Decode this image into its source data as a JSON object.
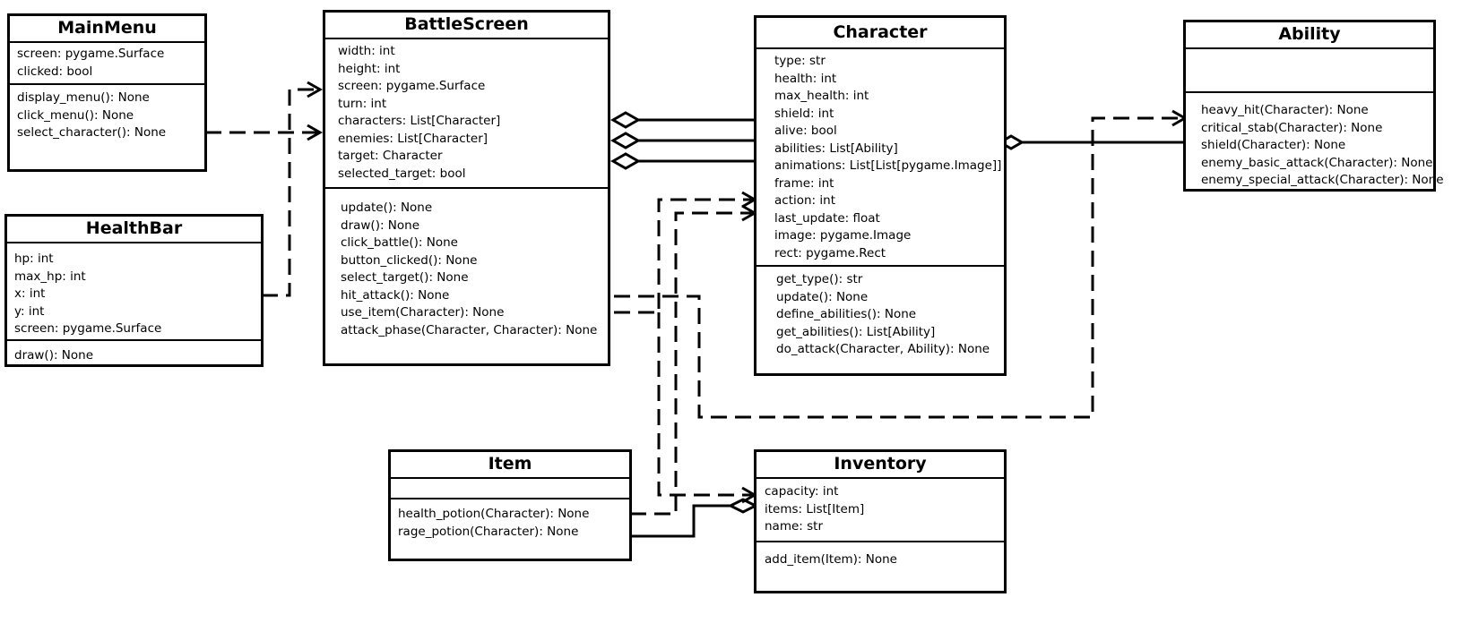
{
  "classes": {
    "mainmenu": {
      "name": "MainMenu",
      "attributes": [
        "screen: pygame.Surface",
        "clicked: bool"
      ],
      "methods": [
        "display_menu(): None",
        "click_menu(): None",
        "select_character(): None"
      ]
    },
    "healthbar": {
      "name": "HealthBar",
      "attributes": [
        "hp: int",
        "max_hp: int",
        "x: int",
        "y: int",
        "screen: pygame.Surface"
      ],
      "methods": [
        "draw(): None"
      ]
    },
    "battlescreen": {
      "name": "BattleScreen",
      "attributes": [
        "width: int",
        "height: int",
        "screen: pygame.Surface",
        "turn: int",
        "characters: List[Character]",
        "enemies: List[Character]",
        "target: Character",
        "selected_target: bool"
      ],
      "methods": [
        "update(): None",
        "draw(): None",
        "click_battle(): None",
        "button_clicked(): None",
        "select_target(): None",
        "hit_attack(): None",
        "use_item(Character): None",
        "attack_phase(Character, Character): None"
      ]
    },
    "character": {
      "name": "Character",
      "attributes": [
        "type: str",
        "health: int",
        "max_health: int",
        "shield: int",
        "alive: bool",
        "abilities: List[Ability]",
        "animations: List[List[pygame.Image]]",
        "frame: int",
        "action: int",
        "last_update: float",
        "image: pygame.Image",
        "rect: pygame.Rect"
      ],
      "methods": [
        "get_type(): str",
        "update(): None",
        "define_abilities(): None",
        "get_abilities(): List[Ability]",
        "do_attack(Character, Ability): None"
      ]
    },
    "ability": {
      "name": "Ability",
      "attributes": [],
      "methods": [
        "heavy_hit(Character): None",
        "critical_stab(Character): None",
        "shield(Character): None",
        "enemy_basic_attack(Character): None",
        "enemy_special_attack(Character): None"
      ]
    },
    "item": {
      "name": "Item",
      "attributes": [],
      "methods": [
        "health_potion(Character): None",
        "rage_potion(Character): None"
      ]
    },
    "inventory": {
      "name": "Inventory",
      "attributes": [
        "capacity: int",
        "items: List[Item]",
        "name: str"
      ],
      "methods": [
        "add_item(Item): None"
      ]
    }
  },
  "relationships": [
    {
      "kind": "dependency",
      "from": "MainMenu",
      "to": "BattleScreen"
    },
    {
      "kind": "dependency",
      "from": "HealthBar",
      "to": "BattleScreen"
    },
    {
      "kind": "aggregation",
      "whole": "BattleScreen",
      "part": "Character"
    },
    {
      "kind": "aggregation",
      "whole": "BattleScreen",
      "part": "Character"
    },
    {
      "kind": "aggregation",
      "whole": "BattleScreen",
      "part": "Character"
    },
    {
      "kind": "aggregation",
      "whole": "Character",
      "part": "Ability"
    },
    {
      "kind": "aggregation",
      "whole": "Inventory",
      "part": "Item"
    },
    {
      "kind": "dependency",
      "from": "BattleScreen",
      "to": "Character"
    },
    {
      "kind": "dependency",
      "from": "BattleScreen",
      "to": "Inventory"
    },
    {
      "kind": "dependency",
      "from": "BattleScreen",
      "to": "Ability"
    },
    {
      "kind": "dependency",
      "from": "Item",
      "to": "Character"
    }
  ]
}
